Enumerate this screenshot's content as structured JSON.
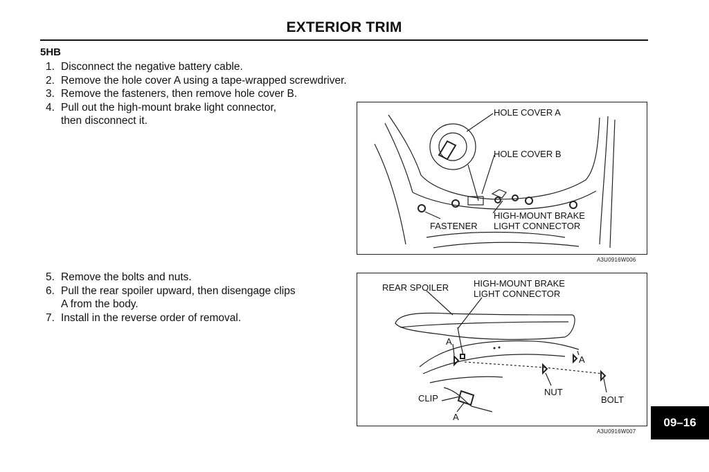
{
  "page": {
    "title": "EXTERIOR TRIM",
    "section": "5HB",
    "page_number": "09–16"
  },
  "steps_group1": [
    {
      "num": "1.",
      "text": "Disconnect the negative battery cable."
    },
    {
      "num": "2.",
      "text": "Remove the hole cover A using a tape-wrapped screwdriver."
    },
    {
      "num": "3.",
      "text": "Remove the fasteners, then remove hole cover B."
    },
    {
      "num": "4.",
      "text": "Pull out the high-mount brake light connector,"
    },
    {
      "num": "",
      "text": "then disconnect it."
    }
  ],
  "steps_group2": [
    {
      "num": "5.",
      "text": "Remove the bolts and nuts."
    },
    {
      "num": "6.",
      "text": "Pull the rear spoiler upward, then disengage clips"
    },
    {
      "num": "",
      "text": "A from the body."
    },
    {
      "num": "7.",
      "text": "Install in the reverse order of removal."
    }
  ],
  "figure1": {
    "code": "A3U0916W006",
    "labels": {
      "hole_cover_a": "HOLE COVER A",
      "hole_cover_b": "HOLE COVER B",
      "connector_line1": "HIGH-MOUNT BRAKE",
      "connector_line2": "LIGHT CONNECTOR",
      "fastener": "FASTENER"
    }
  },
  "figure2": {
    "code": "A3U0916W007",
    "labels": {
      "rear_spoiler": "REAR SPOILER",
      "connector_line1": "HIGH-MOUNT BRAKE",
      "connector_line2": "LIGHT CONNECTOR",
      "clip_a_left": "A",
      "clip_a_right": "A",
      "nut": "NUT",
      "bolt": "BOLT",
      "clip": "CLIP",
      "clip_a_detail": "A"
    }
  }
}
